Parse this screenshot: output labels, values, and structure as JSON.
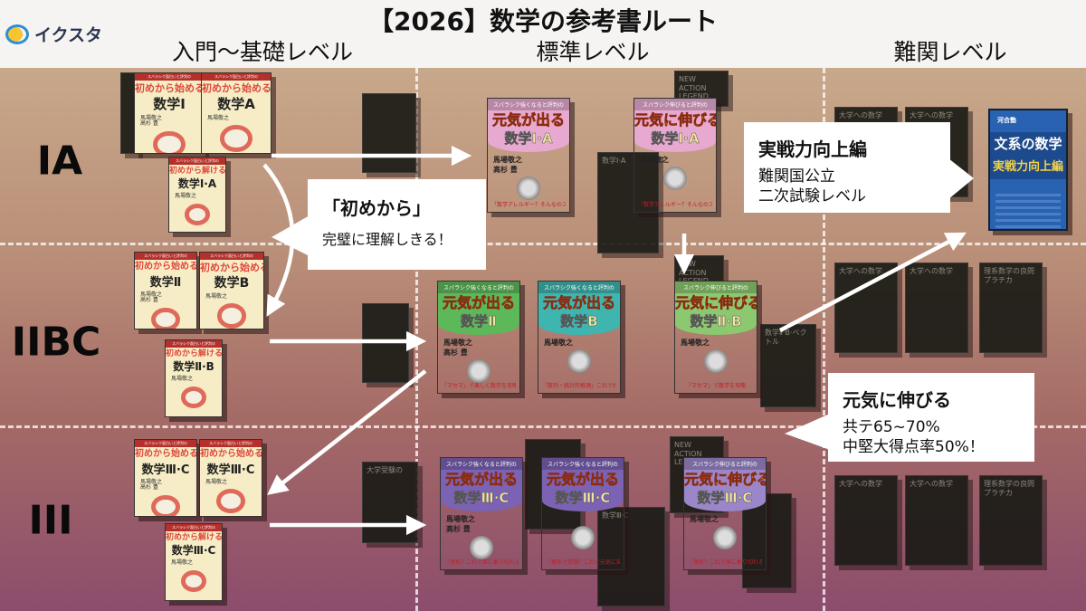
{
  "header": {
    "logo_text": "イクスタ",
    "title": "【2026】数学の参考書ルート",
    "columns": [
      "入門〜基礎レベル",
      "標準レベル",
      "難関レベル"
    ]
  },
  "rows": [
    "IA",
    "IIBC",
    "III"
  ],
  "colors": {
    "accent_pink": "#e7a9cf",
    "accent_green": "#5db85a",
    "accent_teal": "#3fb5b0",
    "accent_purple": "#7b62b3",
    "blue_book": "#2a62b2"
  },
  "books": [
    {
      "kind": "light",
      "series": "スバラシク面白いと評判の",
      "title": "初めから始める",
      "subject": "数学Ⅰ",
      "author": "馬場敬之\n高杉 豊",
      "color": "#e0483c"
    },
    {
      "kind": "light",
      "series": "スバラシク面白いと評判の",
      "title": "初めから始める",
      "subject": "数学A",
      "author": "馬場敬之",
      "color": "#e0483c"
    },
    {
      "kind": "light",
      "series": "スバラシク面白いと評判の",
      "title": "初めから解ける",
      "subject": "数学Ⅰ·A",
      "author": "馬場敬之",
      "color": "#e0483c"
    },
    {
      "kind": "light",
      "series": "スバラシク面白いと評判の",
      "title": "初めから始める",
      "subject": "数学Ⅱ",
      "author": "馬場敬之\n高杉 豊",
      "color": "#e0483c"
    },
    {
      "kind": "light",
      "series": "スバラシク面白いと評判の",
      "title": "初めから始める",
      "subject": "数学B",
      "author": "馬場敬之",
      "color": "#e0483c"
    },
    {
      "kind": "light",
      "series": "スバラシク面白いと評判の",
      "title": "初めから解ける",
      "subject": "数学Ⅱ·B",
      "author": "馬場敬之",
      "color": "#e0483c"
    },
    {
      "kind": "light",
      "series": "スバラシク面白いと評判の",
      "title": "初めから始める",
      "subject": "数学Ⅲ·C",
      "author": "馬場敬之\n高杉 豊",
      "color": "#e0483c"
    },
    {
      "kind": "light",
      "series": "スバラシク面白いと評判の",
      "title": "初めから始める",
      "subject": "数学Ⅲ·C",
      "author": "馬場敬之",
      "color": "#e0483c"
    },
    {
      "kind": "light",
      "series": "スバラシク面白いと評判の",
      "title": "初めから解ける",
      "subject": "数学Ⅲ·C",
      "author": "馬場敬之",
      "color": "#e0483c"
    },
    {
      "kind": "genki",
      "series": "スバラシク強くなると評判の",
      "title": "元気が出る",
      "subject": "数学Ⅰ·A",
      "author": "馬場敬之\n高杉 豊",
      "tagline": "「数学アレルギー？そんなのスグに治る」",
      "color": "#e7a9cf"
    },
    {
      "kind": "genki",
      "series": "スバラシク伸びると評判の",
      "title": "元気に伸びる",
      "subject": "数学Ⅰ·A",
      "author": "馬場敬之",
      "tagline": "「数学アレルギー？そんなのスグに治る」",
      "color": "#e7a9cf"
    },
    {
      "kind": "genki",
      "series": "スバラシク強くなると評判の",
      "title": "元気が出る",
      "subject": "数学Ⅱ",
      "author": "馬場敬之\n高杉 豊",
      "tagline": "「マセマ」で楽しく数学を攻略",
      "color": "#5db85a"
    },
    {
      "kind": "genki",
      "series": "スバラシク強くなると評判の",
      "title": "元気が出る",
      "subject": "数学B",
      "author": "馬場敬之",
      "tagline": "「数列・統計的推測」これでわかる",
      "color": "#3fb5b0"
    },
    {
      "kind": "genki",
      "series": "スバラシク伸びると評判の",
      "title": "元気に伸びる",
      "subject": "数学Ⅱ·B",
      "author": "馬場敬之",
      "tagline": "「マセマ」で数学を攻略",
      "color": "#8cc870"
    },
    {
      "kind": "genki",
      "series": "スバラシク強くなると評判の",
      "title": "元気が出る",
      "subject": "数学Ⅲ·C",
      "author": "馬場敬之\n高杉 豊",
      "tagline": "「理系？これで楽に乗り切れる」",
      "color": "#7b62b3"
    },
    {
      "kind": "genki",
      "series": "スバラシク強くなると評判の",
      "title": "元気が出る",
      "subject": "数学Ⅲ·C",
      "author": "馬場敬之",
      "tagline": "「理系で受験？これで元気に突破」",
      "color": "#7b62b3"
    },
    {
      "kind": "genki",
      "series": "スバラシク伸びると評判の",
      "title": "元気に伸びる",
      "subject": "数学Ⅲ·C",
      "author": "馬場敬之",
      "tagline": "「理系？これで楽に乗り切れる」",
      "color": "#9a86c8"
    },
    {
      "kind": "blue",
      "series": "河合塾",
      "title": "文系の数学",
      "subject": "実戦力向上編",
      "author": "",
      "color": "#2a62b2"
    },
    {
      "kind": "dark",
      "title": "NEW ACTION LEGEND"
    },
    {
      "kind": "dark",
      "title": "数学Ⅰ·A"
    },
    {
      "kind": "dark",
      "title": "大学への数学"
    },
    {
      "kind": "dark",
      "title": "大学への数学"
    },
    {
      "kind": "dark",
      "title": "NEW ACTION LEGEND"
    },
    {
      "kind": "dark",
      "title": "数学Ⅱ·B·ベクトル"
    },
    {
      "kind": "dark",
      "title": "大学への数学"
    },
    {
      "kind": "dark",
      "title": "大学への数学"
    },
    {
      "kind": "dark",
      "title": "理系数学の良問プラチカ"
    },
    {
      "kind": "dark",
      "title": "大学受験の"
    },
    {
      "kind": "dark",
      "title": "数学Ⅲ·C"
    },
    {
      "kind": "dark",
      "title": "NEW ACTION LEGEND"
    },
    {
      "kind": "dark",
      "title": "大学への数学"
    },
    {
      "kind": "dark",
      "title": "大学への数学"
    },
    {
      "kind": "dark",
      "title": "理系数学の良問プラチカ"
    },
    {
      "kind": "dark",
      "title": ""
    },
    {
      "kind": "dark",
      "title": ""
    },
    {
      "kind": "dark",
      "title": ""
    },
    {
      "kind": "dark",
      "title": ""
    },
    {
      "kind": "dark",
      "title": ""
    }
  ],
  "bubbles": {
    "hajimekara": {
      "heading": "「初めから」",
      "lines": [
        "完璧に理解しきる！"
      ]
    },
    "jissen": {
      "heading": "実戦力向上編",
      "lines": [
        "難関国公立",
        "二次試験レベル"
      ]
    },
    "genki_nobiru": {
      "heading": "元気に伸びる",
      "lines": [
        "共テ65~70%",
        "中堅大得点率50%！"
      ]
    }
  }
}
